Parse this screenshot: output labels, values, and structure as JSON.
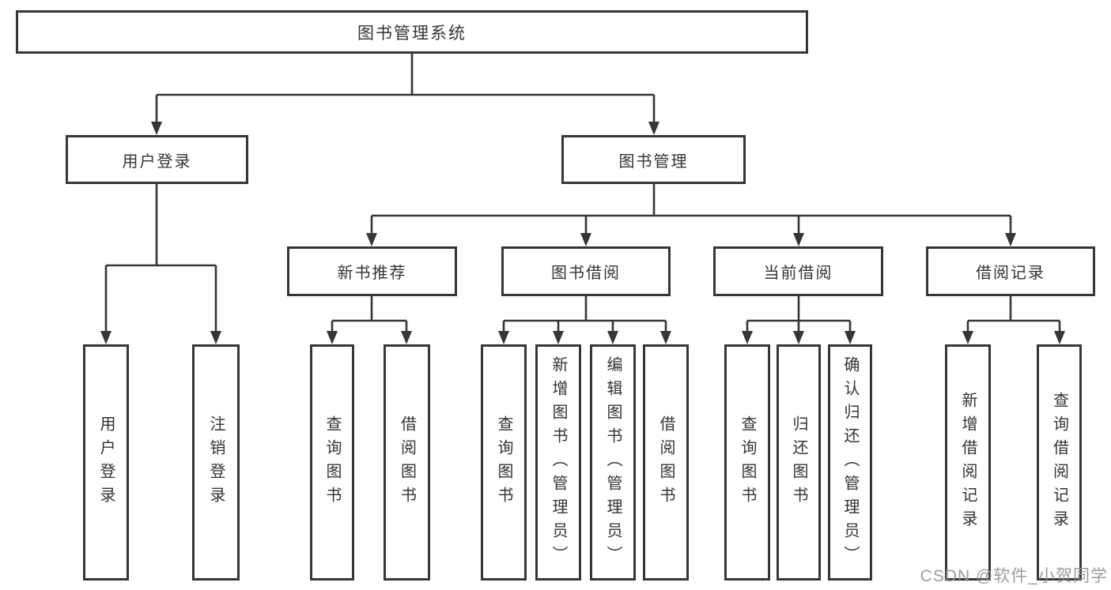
{
  "diagram": {
    "tree": {
      "root": {
        "label": "图书管理系统"
      },
      "children": [
        {
          "label": "用户登录",
          "children": [
            {
              "label": "用户登录"
            },
            {
              "label": "注销登录"
            }
          ]
        },
        {
          "label": "图书管理",
          "children": [
            {
              "label": "新书推荐",
              "children": [
                {
                  "label": "查询图书"
                },
                {
                  "label": "借阅图书"
                }
              ]
            },
            {
              "label": "图书借阅",
              "children": [
                {
                  "label": "查询图书"
                },
                {
                  "label": "新增图书（管理员）"
                },
                {
                  "label": "编辑图书（管理员）"
                },
                {
                  "label": "借阅图书"
                }
              ]
            },
            {
              "label": "当前借阅",
              "children": [
                {
                  "label": "查询图书"
                },
                {
                  "label": "归还图书"
                },
                {
                  "label": "确认归还（管理员）"
                }
              ]
            },
            {
              "label": "借阅记录",
              "children": [
                {
                  "label": "新增借阅记录"
                },
                {
                  "label": "查询借阅记录"
                }
              ]
            }
          ]
        }
      ]
    },
    "colors": {
      "border": "#363636",
      "line": "#363636",
      "text": "#333333",
      "background": "#ffffff",
      "watermark": "#949494"
    }
  },
  "watermark": {
    "text": "CSDN @软件_小贺同学"
  }
}
